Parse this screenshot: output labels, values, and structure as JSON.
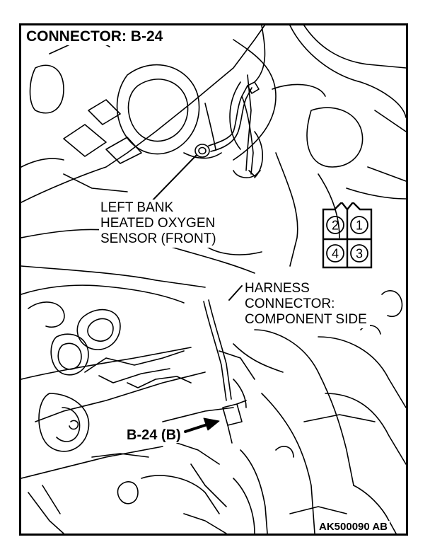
{
  "title": "CONNECTOR: B-24",
  "sensor_label": [
    "LEFT BANK",
    "HEATED OXYGEN",
    "SENSOR (FRONT)"
  ],
  "harness_label": [
    "HARNESS",
    "CONNECTOR:",
    "COMPONENT SIDE"
  ],
  "connector_pointer": "B-24 (B)",
  "pins": {
    "top_left": "2",
    "top_right": "1",
    "bottom_left": "4",
    "bottom_right": "3"
  },
  "drawing_code": "AK500090 AB",
  "colors": {
    "ink": "#000000",
    "paper": "#ffffff"
  }
}
